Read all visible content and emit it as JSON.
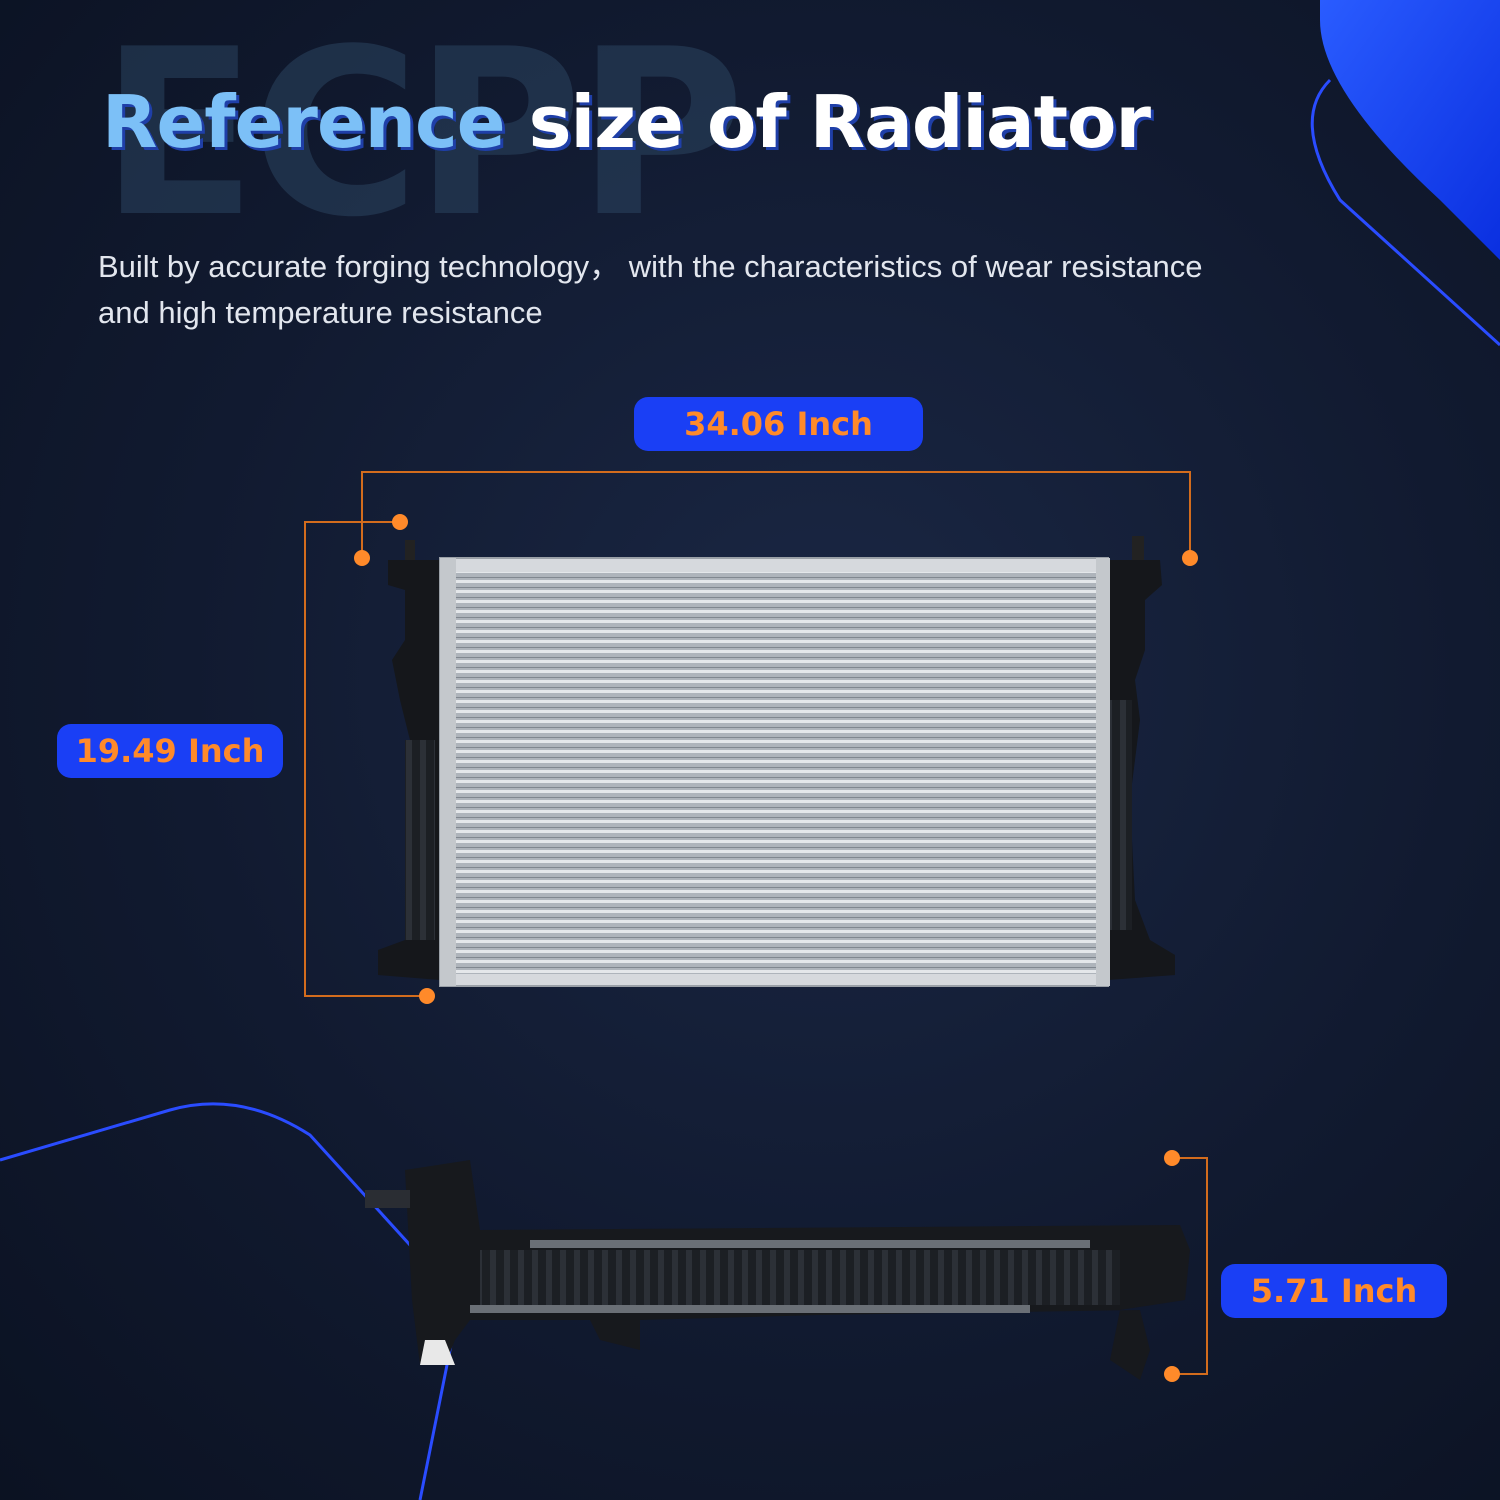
{
  "watermark": "ECPP",
  "title": {
    "accent": "Reference",
    "rest": " size of Radiator"
  },
  "subtitle": "Built by accurate forging technology， with the characteristics of wear resistance and high temperature resistance",
  "dimensions": {
    "width": "34.06 Inch",
    "height": "19.49 Inch",
    "depth": "5.71 Inch"
  },
  "colors": {
    "badge_bg": "#1a3ff5",
    "badge_text": "#ff8a2a",
    "title_accent": "#7cc0f7",
    "dimension_line": "#ff8a2a"
  }
}
